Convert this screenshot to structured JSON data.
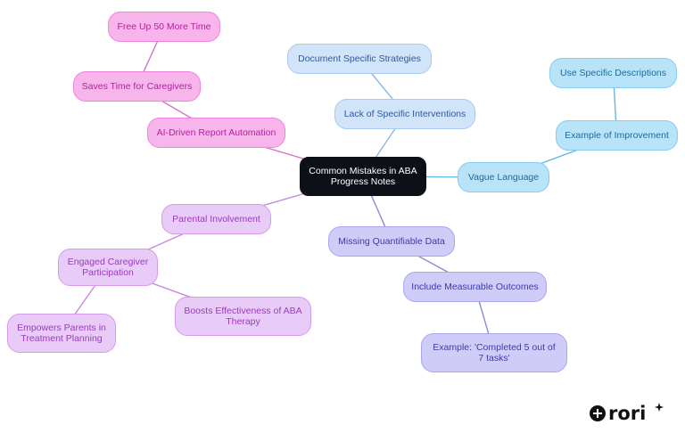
{
  "mindmap": {
    "root": "Common Mistakes in ABA Progress Notes",
    "nodes": {
      "free_up": "Free Up 50 More Time",
      "saves_time": "Saves Time for Caregivers",
      "ai_automation": "AI-Driven Report Automation",
      "parental": "Parental Involvement",
      "engaged": "Engaged Caregiver Participation",
      "empowers": "Empowers Parents in Treatment Planning",
      "boosts": "Boosts Effectiveness of ABA Therapy",
      "missing_data": "Missing Quantifiable Data",
      "measurable": "Include Measurable Outcomes",
      "example_completed": "Example: 'Completed 5 out of 7 tasks'",
      "vague": "Vague Language",
      "example_improvement": "Example of Improvement",
      "specific_desc": "Use Specific Descriptions",
      "lack_interventions": "Lack of Specific Interventions",
      "document_strategies": "Document Specific Strategies"
    },
    "edges": [
      [
        "root",
        "ai_automation"
      ],
      [
        "ai_automation",
        "saves_time"
      ],
      [
        "saves_time",
        "free_up"
      ],
      [
        "root",
        "parental"
      ],
      [
        "parental",
        "engaged"
      ],
      [
        "engaged",
        "empowers"
      ],
      [
        "engaged",
        "boosts"
      ],
      [
        "root",
        "missing_data"
      ],
      [
        "missing_data",
        "measurable"
      ],
      [
        "measurable",
        "example_completed"
      ],
      [
        "root",
        "vague"
      ],
      [
        "vague",
        "example_improvement"
      ],
      [
        "example_improvement",
        "specific_desc"
      ],
      [
        "root",
        "lack_interventions"
      ],
      [
        "lack_interventions",
        "document_strategies"
      ]
    ]
  },
  "colors": {
    "root": "#0d1117",
    "pink": "#f7b5ec",
    "violet": "#e9cbf7",
    "indigo": "#cfcdf8",
    "light_blue": "#d2e4fa",
    "cyan": "#b8e3f9"
  },
  "logo": {
    "icon": "rori-logo-icon",
    "text": "rori"
  }
}
